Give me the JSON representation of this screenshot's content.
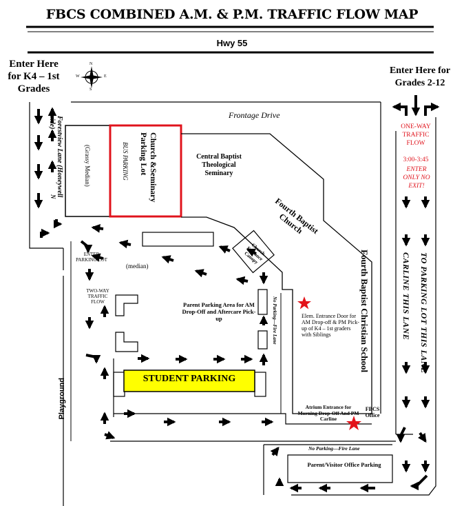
{
  "title": "FBCS COMBINED A.M. & P.M. TRAFFIC FLOW MAP",
  "highway": "Hwy 55",
  "enter_left": "Enter Here for K4 – 1st Grades",
  "enter_right": "Enter Here for Grades 2-12",
  "compass": {
    "n": "N",
    "s": "S",
    "e": "E",
    "w": "W"
  },
  "frontage_drive": "Frontage Drive",
  "forestview_lane": "Forestview Lane (Honeywell side)",
  "forestview_n": "N",
  "grassy_median": "(Grassy Median)",
  "church_parking": "Church &Seminary Parking Lot",
  "bus_parking": "BUS PARKING",
  "seminary": "Central Baptist Theological Seminary",
  "fourth_baptist_church": "Fourth Baptist Church",
  "church_canopy": "Church Entrance Canopy",
  "one_way": {
    "line1": "ONE-WAY TRAFFIC FLOW",
    "line2": "3:00-3:45",
    "line3": "ENTER ONLY NO EXIT!"
  },
  "enter_parking_lot": "ENTER PARKING LOT",
  "median": "(median)",
  "two_way": "TWO-WAY TRAFFIC FLOW",
  "parent_parking": "Parent Parking Area for AM Drop-Off and Aftercare Pick-up",
  "no_parking_fire_lane": "No Parking—Fire Lane",
  "elem_entrance": "Elem. Entrance Door for AM Drop-off & PM Pick-up of K4 – 1st graders with Siblings",
  "school": "Fourth Baptist Christian School",
  "carline": "CARLINE THIS LANE",
  "to_parking": "TO PARKING LOT THIS LANE",
  "student_parking": "STUDENT PARKING",
  "playground": "Playground",
  "atrium": "Atrium Entrance for Morning Drop-Off And PM Carline",
  "fbcs_office": "FBCS Office",
  "no_parking_fire_lane_bottom": "No Parking—Fire Lane",
  "parent_visitor": "Parent/Visitor Office Parking",
  "colors": {
    "red": "#e0131c",
    "yellow": "#ffff00",
    "star": "#e3141b"
  }
}
